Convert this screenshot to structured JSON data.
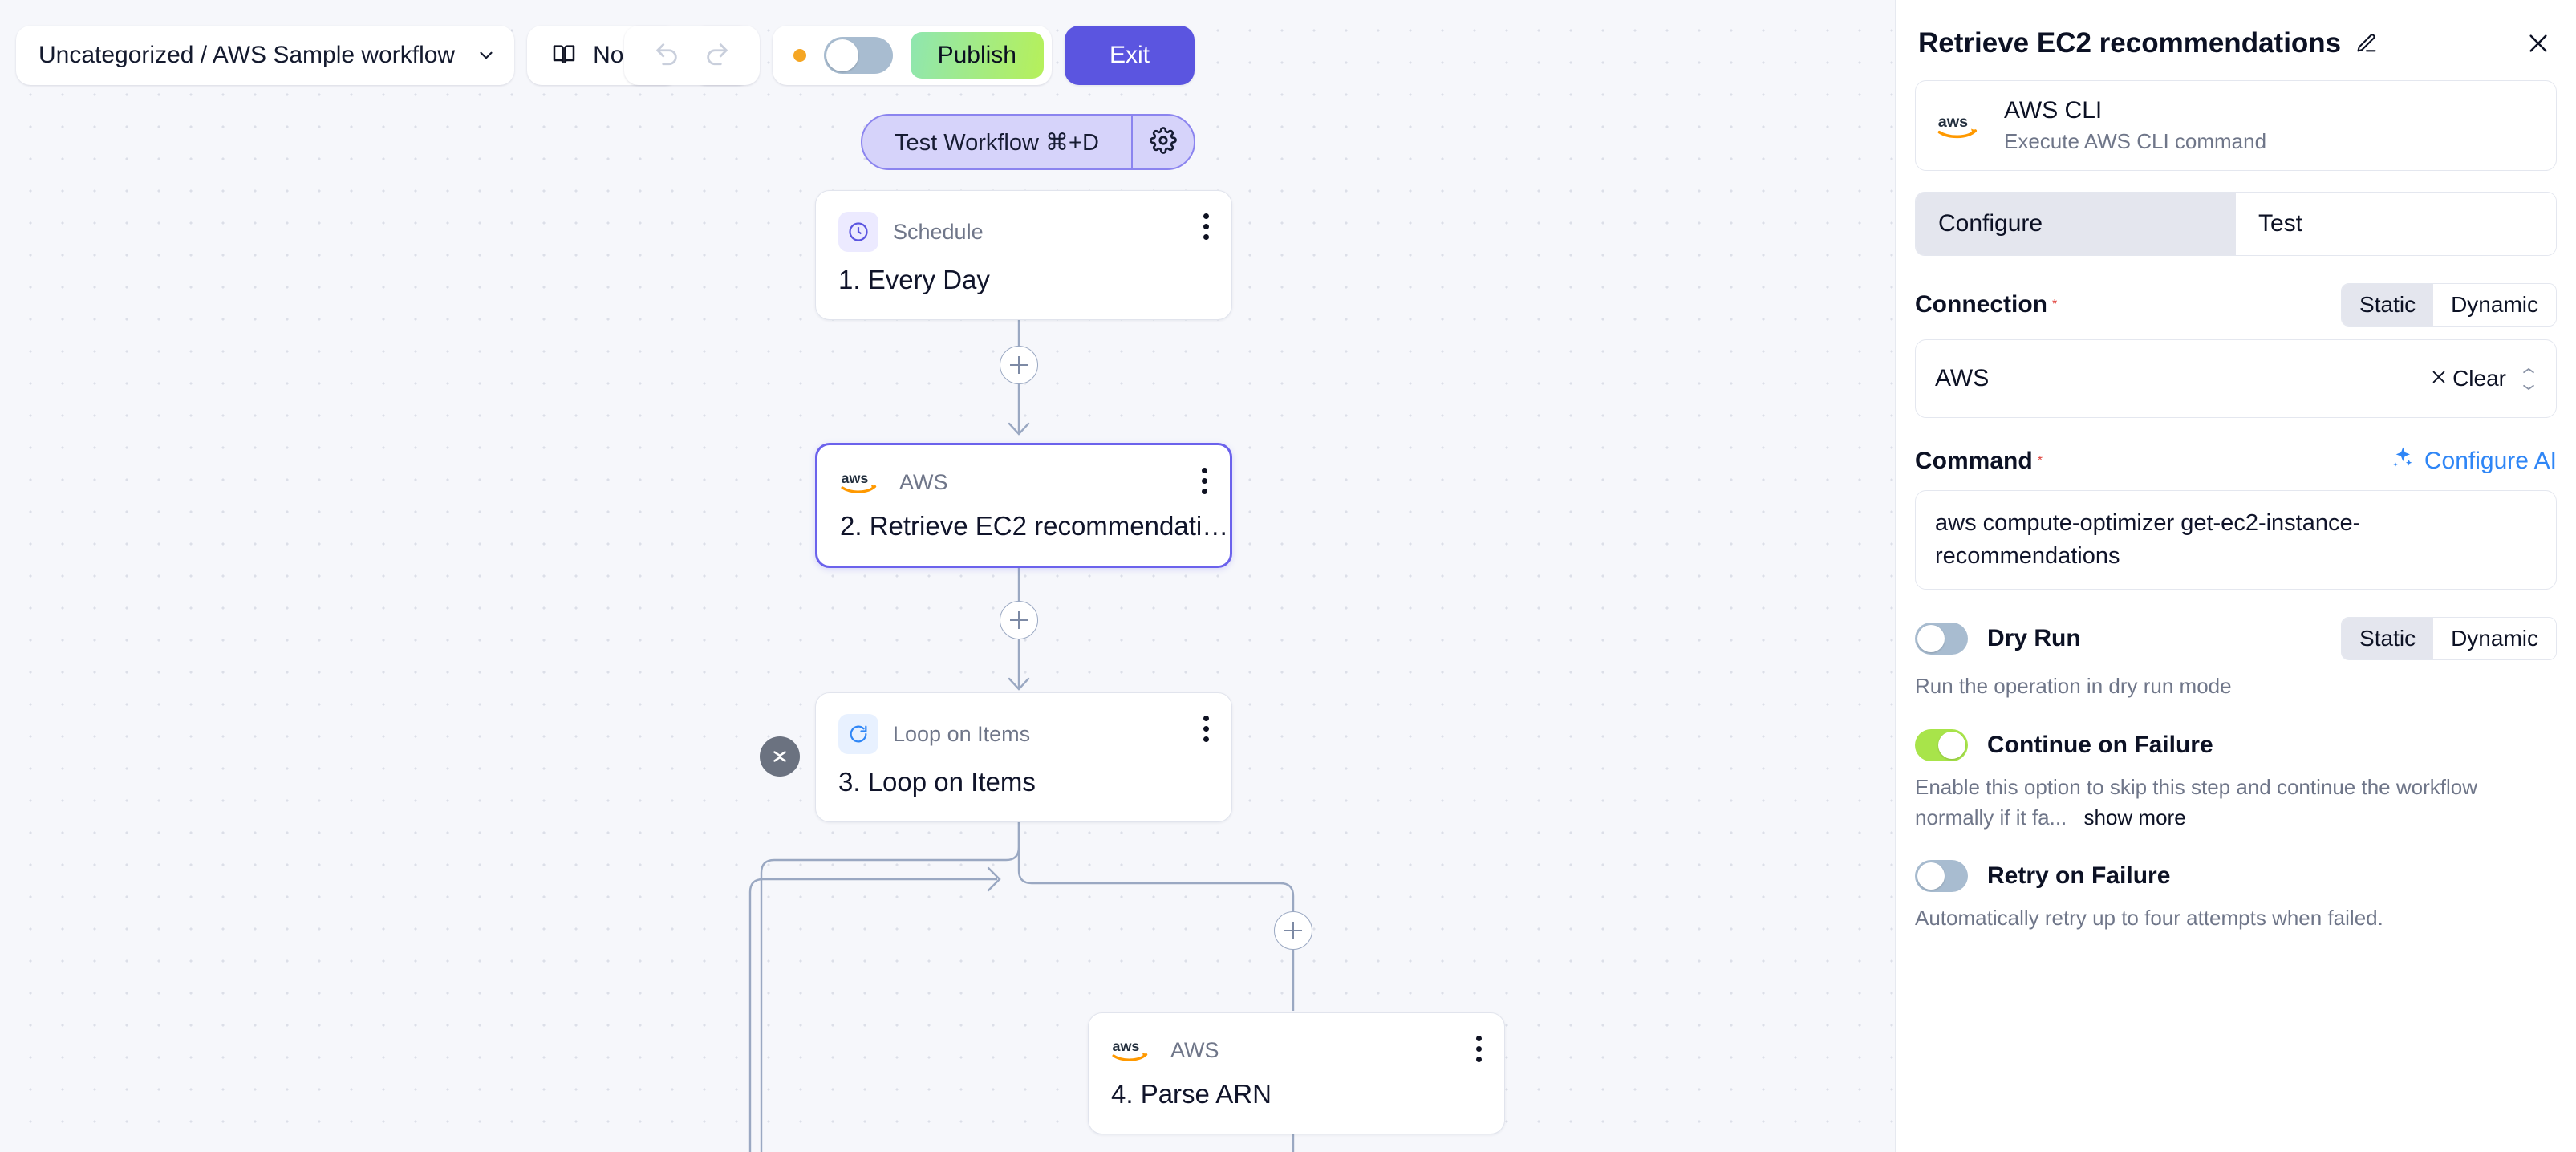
{
  "toolbar": {
    "workflow_name": "Uncategorized / AWS Sample workflow",
    "chevron_icon": "chevron-down-icon",
    "notes_label": "Notes",
    "notes_icon": "book-icon",
    "more_icon": "kebab-menu-icon",
    "undo_icon": "undo-icon",
    "redo_icon": "redo-icon",
    "status_dot_color": "#f5a623",
    "activate_toggle_state": "off",
    "publish_label": "Publish",
    "publish_color": "#b6f05a",
    "exit_label": "Exit",
    "exit_color": "#5b55e0"
  },
  "canvas": {
    "test_workflow_label": "Test Workflow ⌘+D",
    "gear_icon": "gear-icon",
    "collapse_icon": "collapse-icon",
    "plus_icon": "plus-icon",
    "nodes": [
      {
        "type": "Schedule",
        "title": "1. Every Day",
        "icon": "clock-icon"
      },
      {
        "type": "AWS",
        "title": "2. Retrieve EC2 recommendati…",
        "icon": "aws-logo-icon",
        "selected": true
      },
      {
        "type": "Loop on Items",
        "title": "3. Loop on Items",
        "icon": "loop-icon"
      },
      {
        "type": "AWS",
        "title": "4. Parse ARN",
        "icon": "aws-logo-icon"
      }
    ]
  },
  "panel": {
    "title": "Retrieve EC2 recommendations",
    "edit_icon": "pencil-icon",
    "close_icon": "close-icon",
    "app": {
      "name": "AWS CLI",
      "description": "Execute AWS CLI command",
      "icon": "aws-logo-icon"
    },
    "tabs": [
      {
        "label": "Configure",
        "active": true
      },
      {
        "label": "Test",
        "active": false
      }
    ],
    "connection": {
      "label": "Connection",
      "required_mark": "*",
      "mode_options": [
        "Static",
        "Dynamic"
      ],
      "mode_selected": "Static",
      "value": "AWS",
      "clear_label": "Clear",
      "clear_icon": "close-icon",
      "stepper_icon": "chevron-updown-icon"
    },
    "command": {
      "label": "Command",
      "required_mark": "*",
      "ai_label": "Configure AI",
      "ai_icon": "sparkle-icon",
      "ai_color": "#2f86f6",
      "value": "aws compute-optimizer get-ec2-instance-recommendations"
    },
    "dry_run": {
      "label": "Dry Run",
      "state": "off",
      "mode_options": [
        "Static",
        "Dynamic"
      ],
      "mode_selected": "Static",
      "helper": "Run the operation in dry run mode"
    },
    "continue_on_failure": {
      "label": "Continue on Failure",
      "state": "on",
      "helper": "Enable this option to skip this step and continue the workflow normally if it fa...",
      "show_more_label": "show more"
    },
    "retry_on_failure": {
      "label": "Retry on Failure",
      "state": "off",
      "helper": "Automatically retry up to four attempts when failed."
    }
  }
}
